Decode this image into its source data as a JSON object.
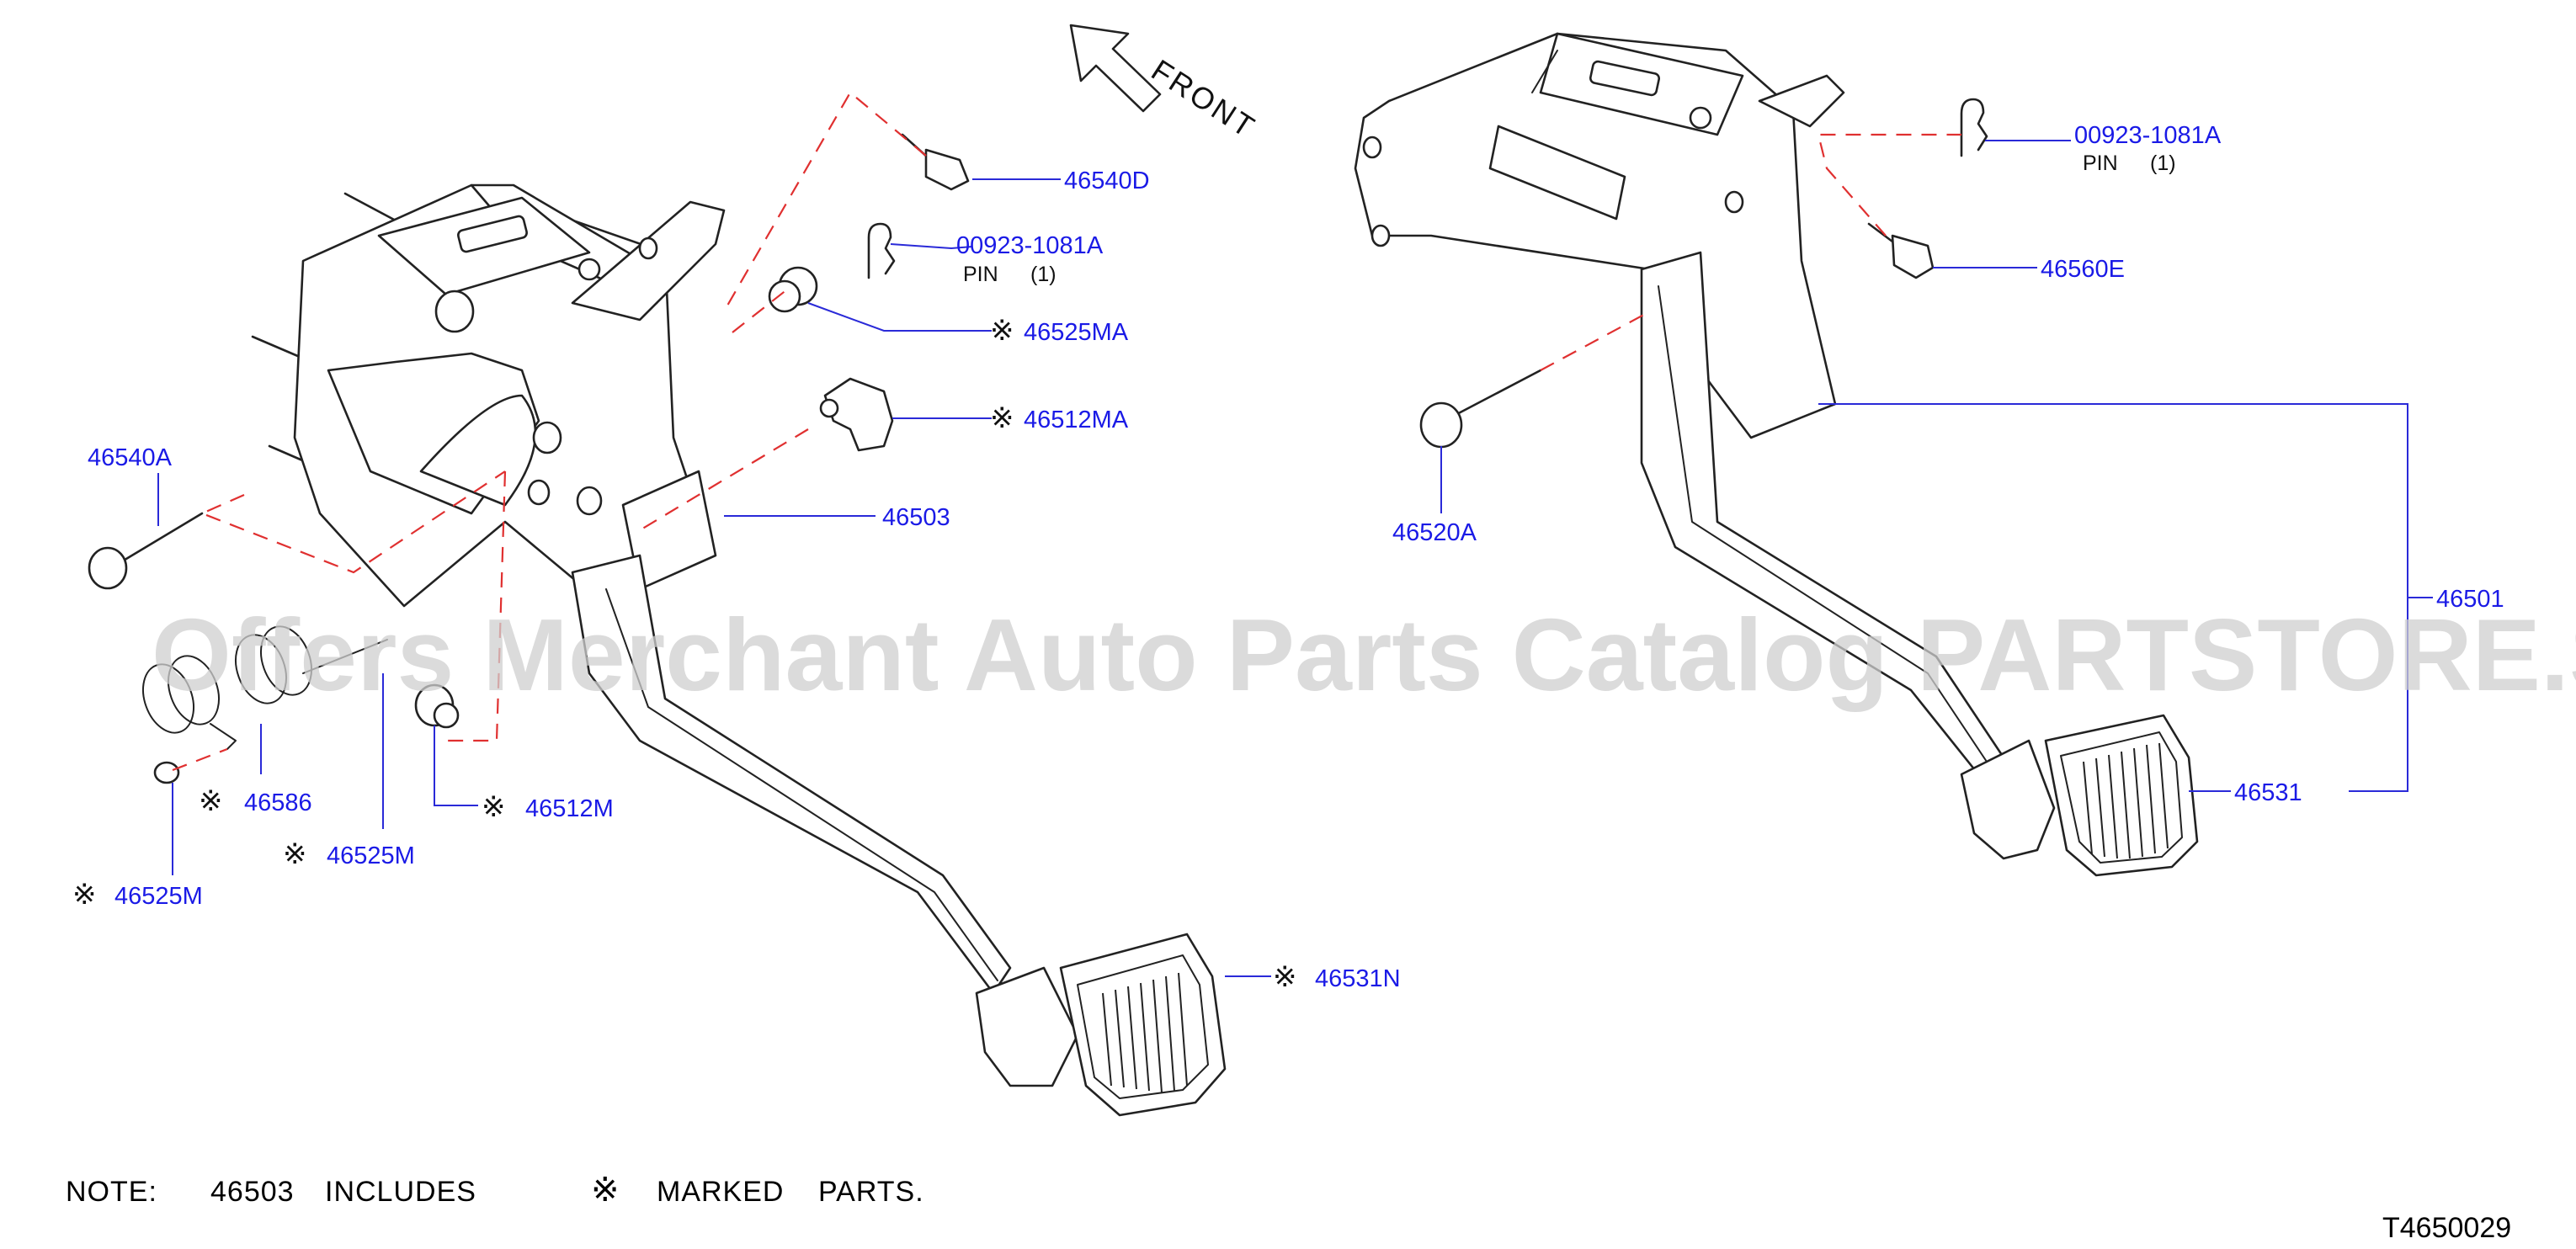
{
  "front_label": "FRONT",
  "callouts": {
    "p46540D": "46540D",
    "p00923_left": "00923-1081A",
    "pin_left": "PIN",
    "pin_left_qty": "(1)",
    "p46525MA": "46525MA",
    "p46512MA": "46512MA",
    "p46540A": "46540A",
    "p46503": "46503",
    "p46586": "46586",
    "p46512M": "46512M",
    "p46525M_a": "46525M",
    "p46525M_b": "46525M",
    "p46531N": "46531N",
    "p00923_right": "00923-1081A",
    "pin_right": "PIN",
    "pin_right_qty": "(1)",
    "p46560E": "46560E",
    "p46520A": "46520A",
    "p46501": "46501",
    "p46531": "46531"
  },
  "note": {
    "prefix": "NOTE:",
    "part": "46503",
    "includes": "INCLUDES",
    "mark": "※",
    "marked": "MARKED",
    "parts": "PARTS."
  },
  "mark_symbol": "※",
  "diagram_code": "T4650029",
  "watermark": "Offers Merchant Auto Parts Catalog PARTSTORE.SA",
  "colors": {
    "label": "#1a1ae6",
    "dashed_guide": "#e03030",
    "linework": "#222222",
    "watermark": "#cfcfcf"
  }
}
